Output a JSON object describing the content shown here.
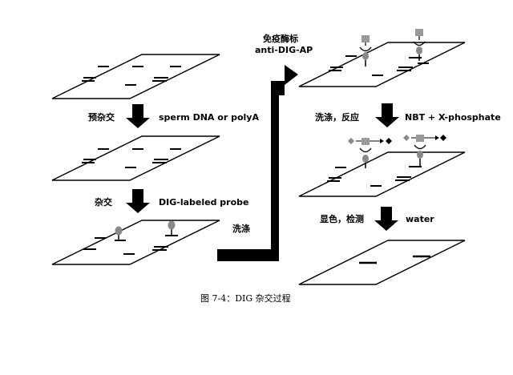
{
  "left_column": {
    "step1_cn": "预杂交",
    "step1_en": "sperm DNA or polyA",
    "step2_cn": "杂交",
    "step2_en": "DIG-labeled probe"
  },
  "middle": {
    "wash_cn": "洗涤",
    "antibody_cn": "免疫酶标",
    "antibody_en": "anti-DIG-AP"
  },
  "right_column": {
    "step3_cn": "洗涤，反应",
    "step3_en": "NBT + X-phosphate",
    "step4_cn": "显色，检测",
    "step4_en": "water"
  },
  "caption": "图 7-4：DIG 杂交过程"
}
